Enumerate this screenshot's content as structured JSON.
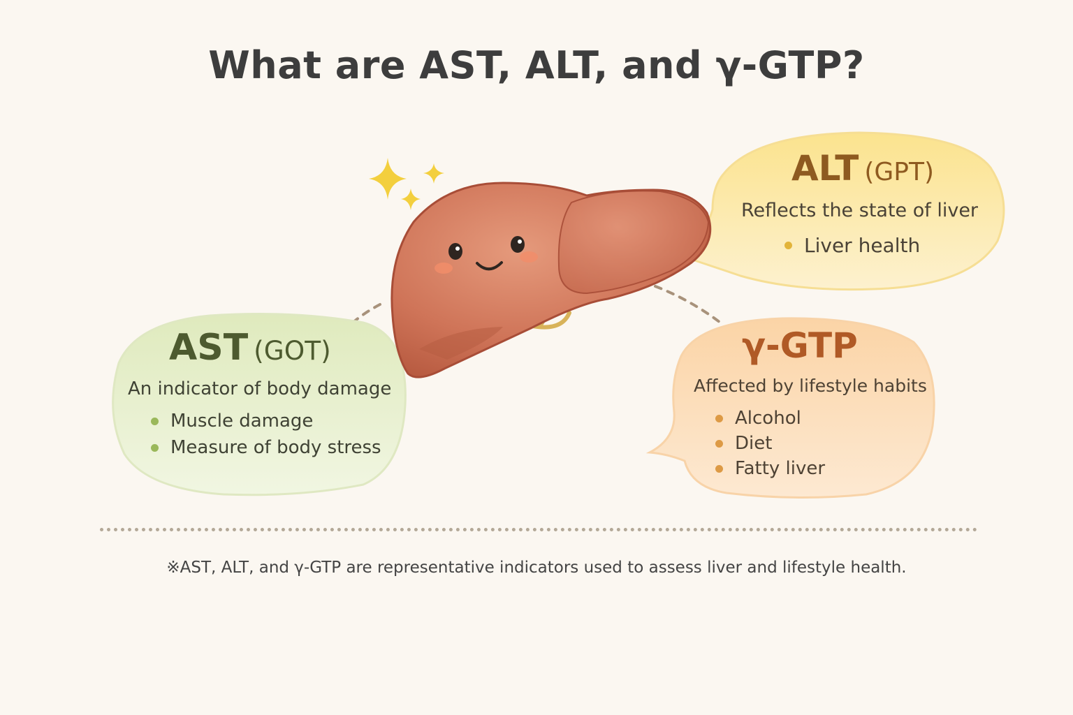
{
  "title": "What are AST, ALT, and γ-GTP?",
  "alt": {
    "name": "ALT",
    "alias": "(GPT)",
    "description": "Reflects the state of liver",
    "bullets": [
      "Liver health"
    ],
    "color": "#fbe7a0"
  },
  "ast": {
    "name": "AST",
    "alias": "(GOT)",
    "description": "An indicator of body damage",
    "bullets": [
      "Muscle damage",
      "Measure of body stress"
    ],
    "color": "#e6efc8"
  },
  "gtp": {
    "name": "γ-GTP",
    "description": "Affected by lifestyle habits",
    "bullets": [
      "Alcohol",
      "Diet",
      "Fatty liver"
    ],
    "color": "#fbd9b0"
  },
  "footnote": "※AST, ALT, and γ-GTP are representative indicators used to assess liver and lifestyle health.",
  "icons": [
    "liver-mascot-icon",
    "sparkle-icon"
  ]
}
